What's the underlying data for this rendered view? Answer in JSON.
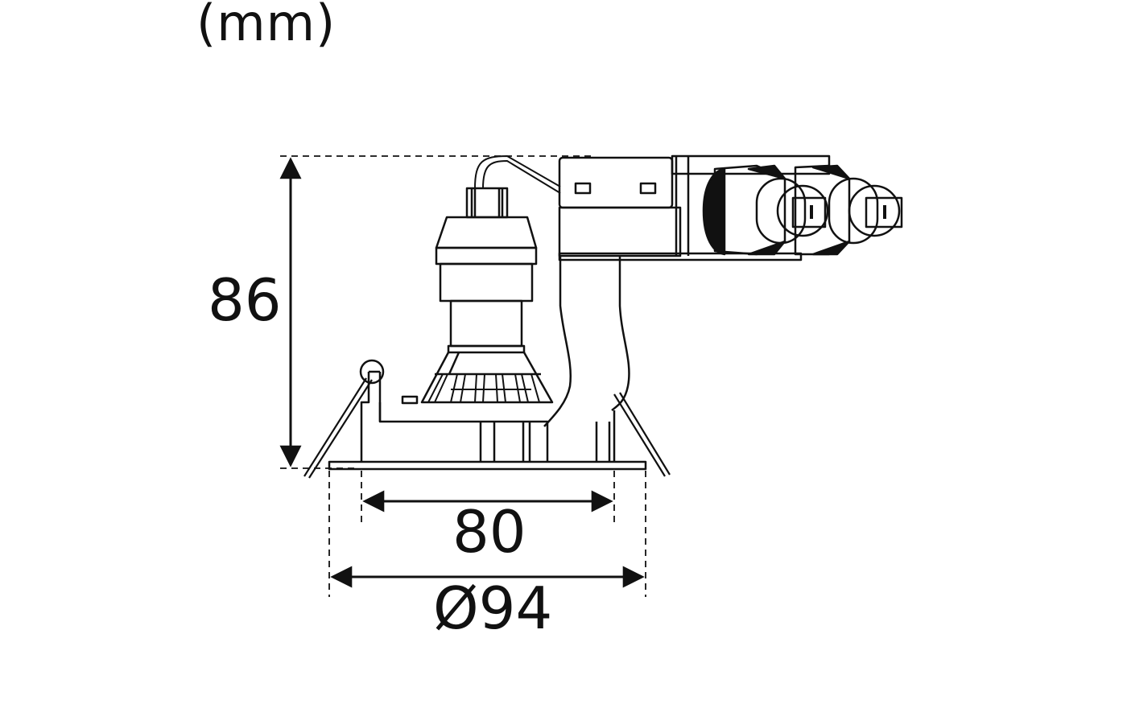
{
  "diagram": {
    "unit_label": "(mm)",
    "subject": "recessed downlight fitting with driver and connectors",
    "dimensions": {
      "height": "86",
      "inner_width": "80",
      "outer_diameter": "Ø94"
    },
    "colors": {
      "line": "#111111",
      "background": "#ffffff"
    }
  }
}
